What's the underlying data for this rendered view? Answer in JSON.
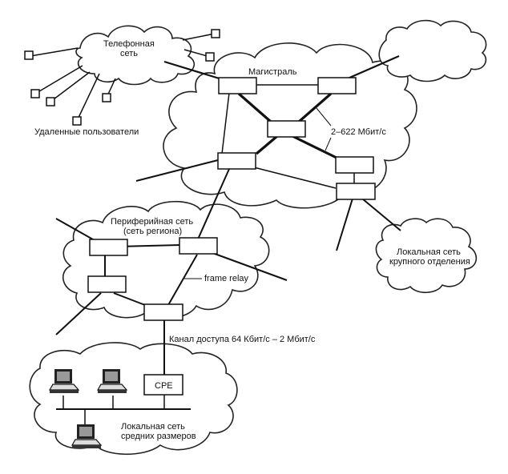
{
  "diagram": {
    "labels": {
      "phone_net_line1": "Телефонная",
      "phone_net_line2": "сеть",
      "remote_users": "Удаленные пользователи",
      "backbone": "Магистраль",
      "backbone_speed": "2–622 Мбит/с",
      "peripheral_line1": "Периферийная сеть",
      "peripheral_line2": "(сеть региона)",
      "frame_relay": "frame relay",
      "access_channel": "Канал доступа 64 Кбит/с – 2 Мбит/с",
      "large_lan_line1": "Локальная сеть",
      "large_lan_line2": "крупного отделения",
      "cpe": "CPE",
      "medium_lan_line1": "Локальная сеть",
      "medium_lan_line2": "средних размеров"
    },
    "clouds": [
      "telephone-network",
      "backbone",
      "empty-cloud",
      "peripheral-network",
      "large-branch-lan",
      "medium-lan"
    ],
    "backbone_switches": 6,
    "peripheral_switches": 4,
    "remote_user_terminals": 7,
    "workstations": 3
  }
}
